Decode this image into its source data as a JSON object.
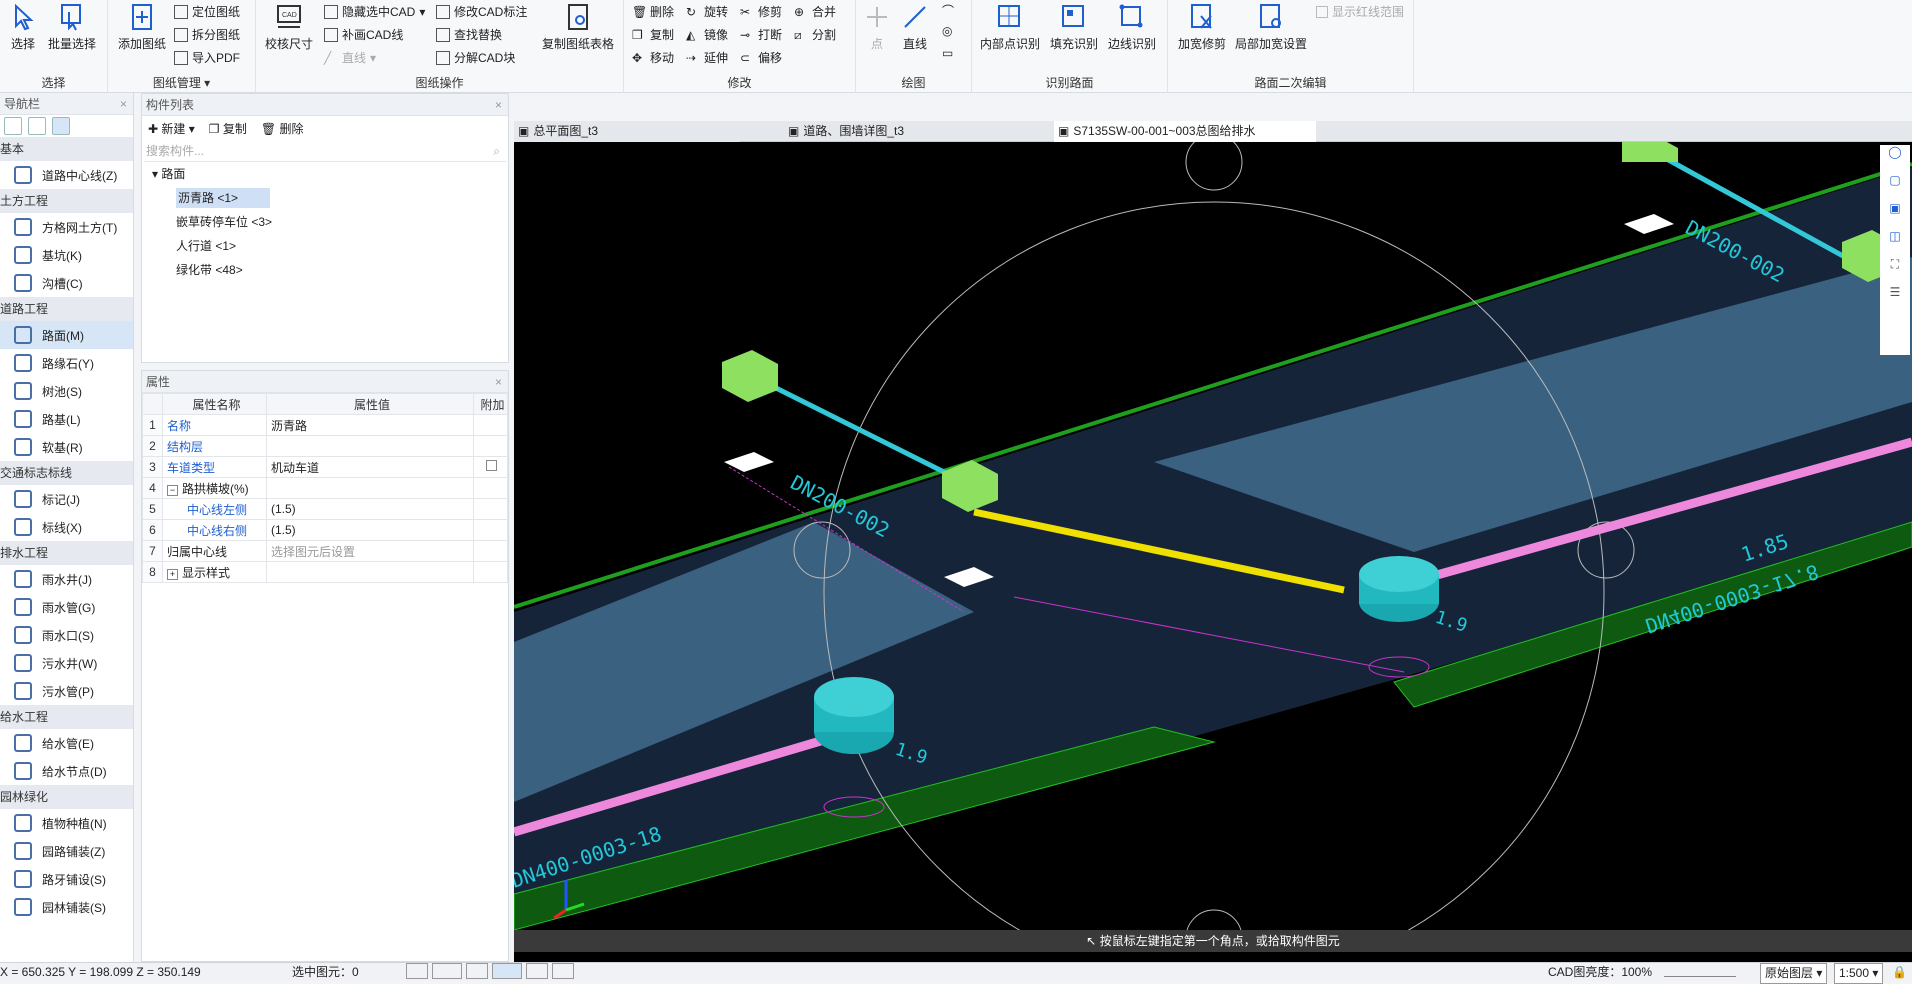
{
  "ribbon": {
    "select_group": {
      "title": "选择",
      "select": "选择",
      "batch_select": "批量选择"
    },
    "drawing_mgmt": {
      "title": "图纸管理",
      "add": "添加图纸",
      "locate": "定位图纸",
      "split": "拆分图纸",
      "import_pdf": "导入PDF",
      "check_size": "校核尺寸"
    },
    "drawing_ops": {
      "title": "图纸操作",
      "hide_cad": "隐藏选中CAD",
      "patch_cad": "补画CAD线",
      "line": "直线",
      "modify_mark": "修改CAD标注",
      "find_replace": "查找替换",
      "explode": "分解CAD块",
      "copy_table": "复制图纸表格"
    },
    "modify": {
      "title": "修改",
      "delete": "删除",
      "rotate": "旋转",
      "trim": "修剪",
      "merge": "合并",
      "copy": "复制",
      "mirror": "镜像",
      "break": "打断",
      "split": "分割",
      "move": "移动",
      "extend": "延伸",
      "offset": "偏移"
    },
    "draw": {
      "title": "绘图",
      "point": "点",
      "line": "直线"
    },
    "recognize": {
      "title": "识别路面",
      "inner": "内部点识别",
      "fill": "填充识别",
      "edge": "边线识别"
    },
    "edit2": {
      "title": "路面二次编辑",
      "widen_trim": "加宽修剪",
      "local_widen": "局部加宽设置",
      "show_red": "显示红线范围"
    }
  },
  "nav": {
    "title": "导航栏",
    "sections": [
      {
        "name": "基本",
        "items": [
          {
            "label": "道路中心线(Z)",
            "icon": "centerline-icon"
          }
        ]
      },
      {
        "name": "土方工程",
        "items": [
          {
            "label": "方格网土方(T)",
            "icon": "grid-earth-icon"
          },
          {
            "label": "基坑(K)",
            "icon": "pit-icon"
          },
          {
            "label": "沟槽(C)",
            "icon": "trench-icon"
          }
        ]
      },
      {
        "name": "道路工程",
        "items": [
          {
            "label": "路面(M)",
            "icon": "pavement-icon",
            "selected": true
          },
          {
            "label": "路缘石(Y)",
            "icon": "curb-icon"
          },
          {
            "label": "树池(S)",
            "icon": "tree-pit-icon"
          },
          {
            "label": "路基(L)",
            "icon": "subgrade-icon"
          },
          {
            "label": "软基(R)",
            "icon": "soft-base-icon"
          }
        ]
      },
      {
        "name": "交通标志标线",
        "items": [
          {
            "label": "标记(J)",
            "icon": "sign-icon"
          },
          {
            "label": "标线(X)",
            "icon": "marking-icon"
          }
        ]
      },
      {
        "name": "排水工程",
        "items": [
          {
            "label": "雨水井(J)",
            "icon": "rain-well-icon"
          },
          {
            "label": "雨水管(G)",
            "icon": "rain-pipe-icon"
          },
          {
            "label": "雨水口(S)",
            "icon": "rain-inlet-icon"
          },
          {
            "label": "污水井(W)",
            "icon": "sewage-well-icon"
          },
          {
            "label": "污水管(P)",
            "icon": "sewage-pipe-icon"
          }
        ]
      },
      {
        "name": "给水工程",
        "items": [
          {
            "label": "给水管(E)",
            "icon": "water-pipe-icon"
          },
          {
            "label": "给水节点(D)",
            "icon": "water-node-icon"
          }
        ]
      },
      {
        "name": "园林绿化",
        "items": [
          {
            "label": "植物种植(N)",
            "icon": "plant-icon"
          },
          {
            "label": "园路铺装(Z)",
            "icon": "paving-icon"
          },
          {
            "label": "路牙铺设(S)",
            "icon": "curb-lay-icon"
          },
          {
            "label": "园林铺装(S)",
            "icon": "garden-pave-icon"
          }
        ]
      }
    ]
  },
  "component_list": {
    "title": "构件列表",
    "new": "新建",
    "copy": "复制",
    "delete": "删除",
    "search_placeholder": "搜索构件...",
    "root": "路面",
    "children": [
      {
        "label": "沥青路 <1>",
        "selected": true
      },
      {
        "label": "嵌草砖停车位 <3>"
      },
      {
        "label": "人行道 <1>"
      },
      {
        "label": "绿化带 <48>"
      }
    ]
  },
  "properties": {
    "title": "属性",
    "headers": [
      "属性名称",
      "属性值",
      "附加"
    ],
    "rows": [
      {
        "n": "1",
        "name": "名称",
        "value": "沥青路",
        "blue": true
      },
      {
        "n": "2",
        "name": "结构层",
        "value": "",
        "blue": true
      },
      {
        "n": "3",
        "name": "车道类型",
        "value": "机动车道",
        "blue": true,
        "check": true
      },
      {
        "n": "4",
        "name": "路拱横坡(%)",
        "value": "",
        "expand": "−"
      },
      {
        "n": "5",
        "name": "中心线左侧",
        "value": "(1.5)",
        "blue": true,
        "indent": true
      },
      {
        "n": "6",
        "name": "中心线右侧",
        "value": "(1.5)",
        "blue": true,
        "indent": true
      },
      {
        "n": "7",
        "name": "归属中心线",
        "value": "选择图元后设置",
        "gray": true
      },
      {
        "n": "8",
        "name": "显示样式",
        "value": "",
        "expand": "+"
      }
    ]
  },
  "tabs": [
    "总平面图_t3",
    "道路、围墙详图_t3",
    "S7135SW-00-001~003总图给排水"
  ],
  "canvas": {
    "labels": [
      "DN200-002",
      "DN200-002",
      "DN400-0003-17.8",
      "DN400-0003-18",
      "1.85",
      "1.9",
      "1.9"
    ],
    "command": "按鼠标左键指定第一个角点，或拾取构件图元"
  },
  "status": {
    "coords": "X = 650.325 Y = 198.099 Z = 350.149",
    "selected": "选中图元：0",
    "cad_brightness": "CAD图亮度：100%",
    "layer": "原始图层",
    "scale": "1:500"
  },
  "colors": {
    "accent": "#1f5fcf",
    "selected": "#d6e6f7",
    "canvas": "#000000"
  }
}
